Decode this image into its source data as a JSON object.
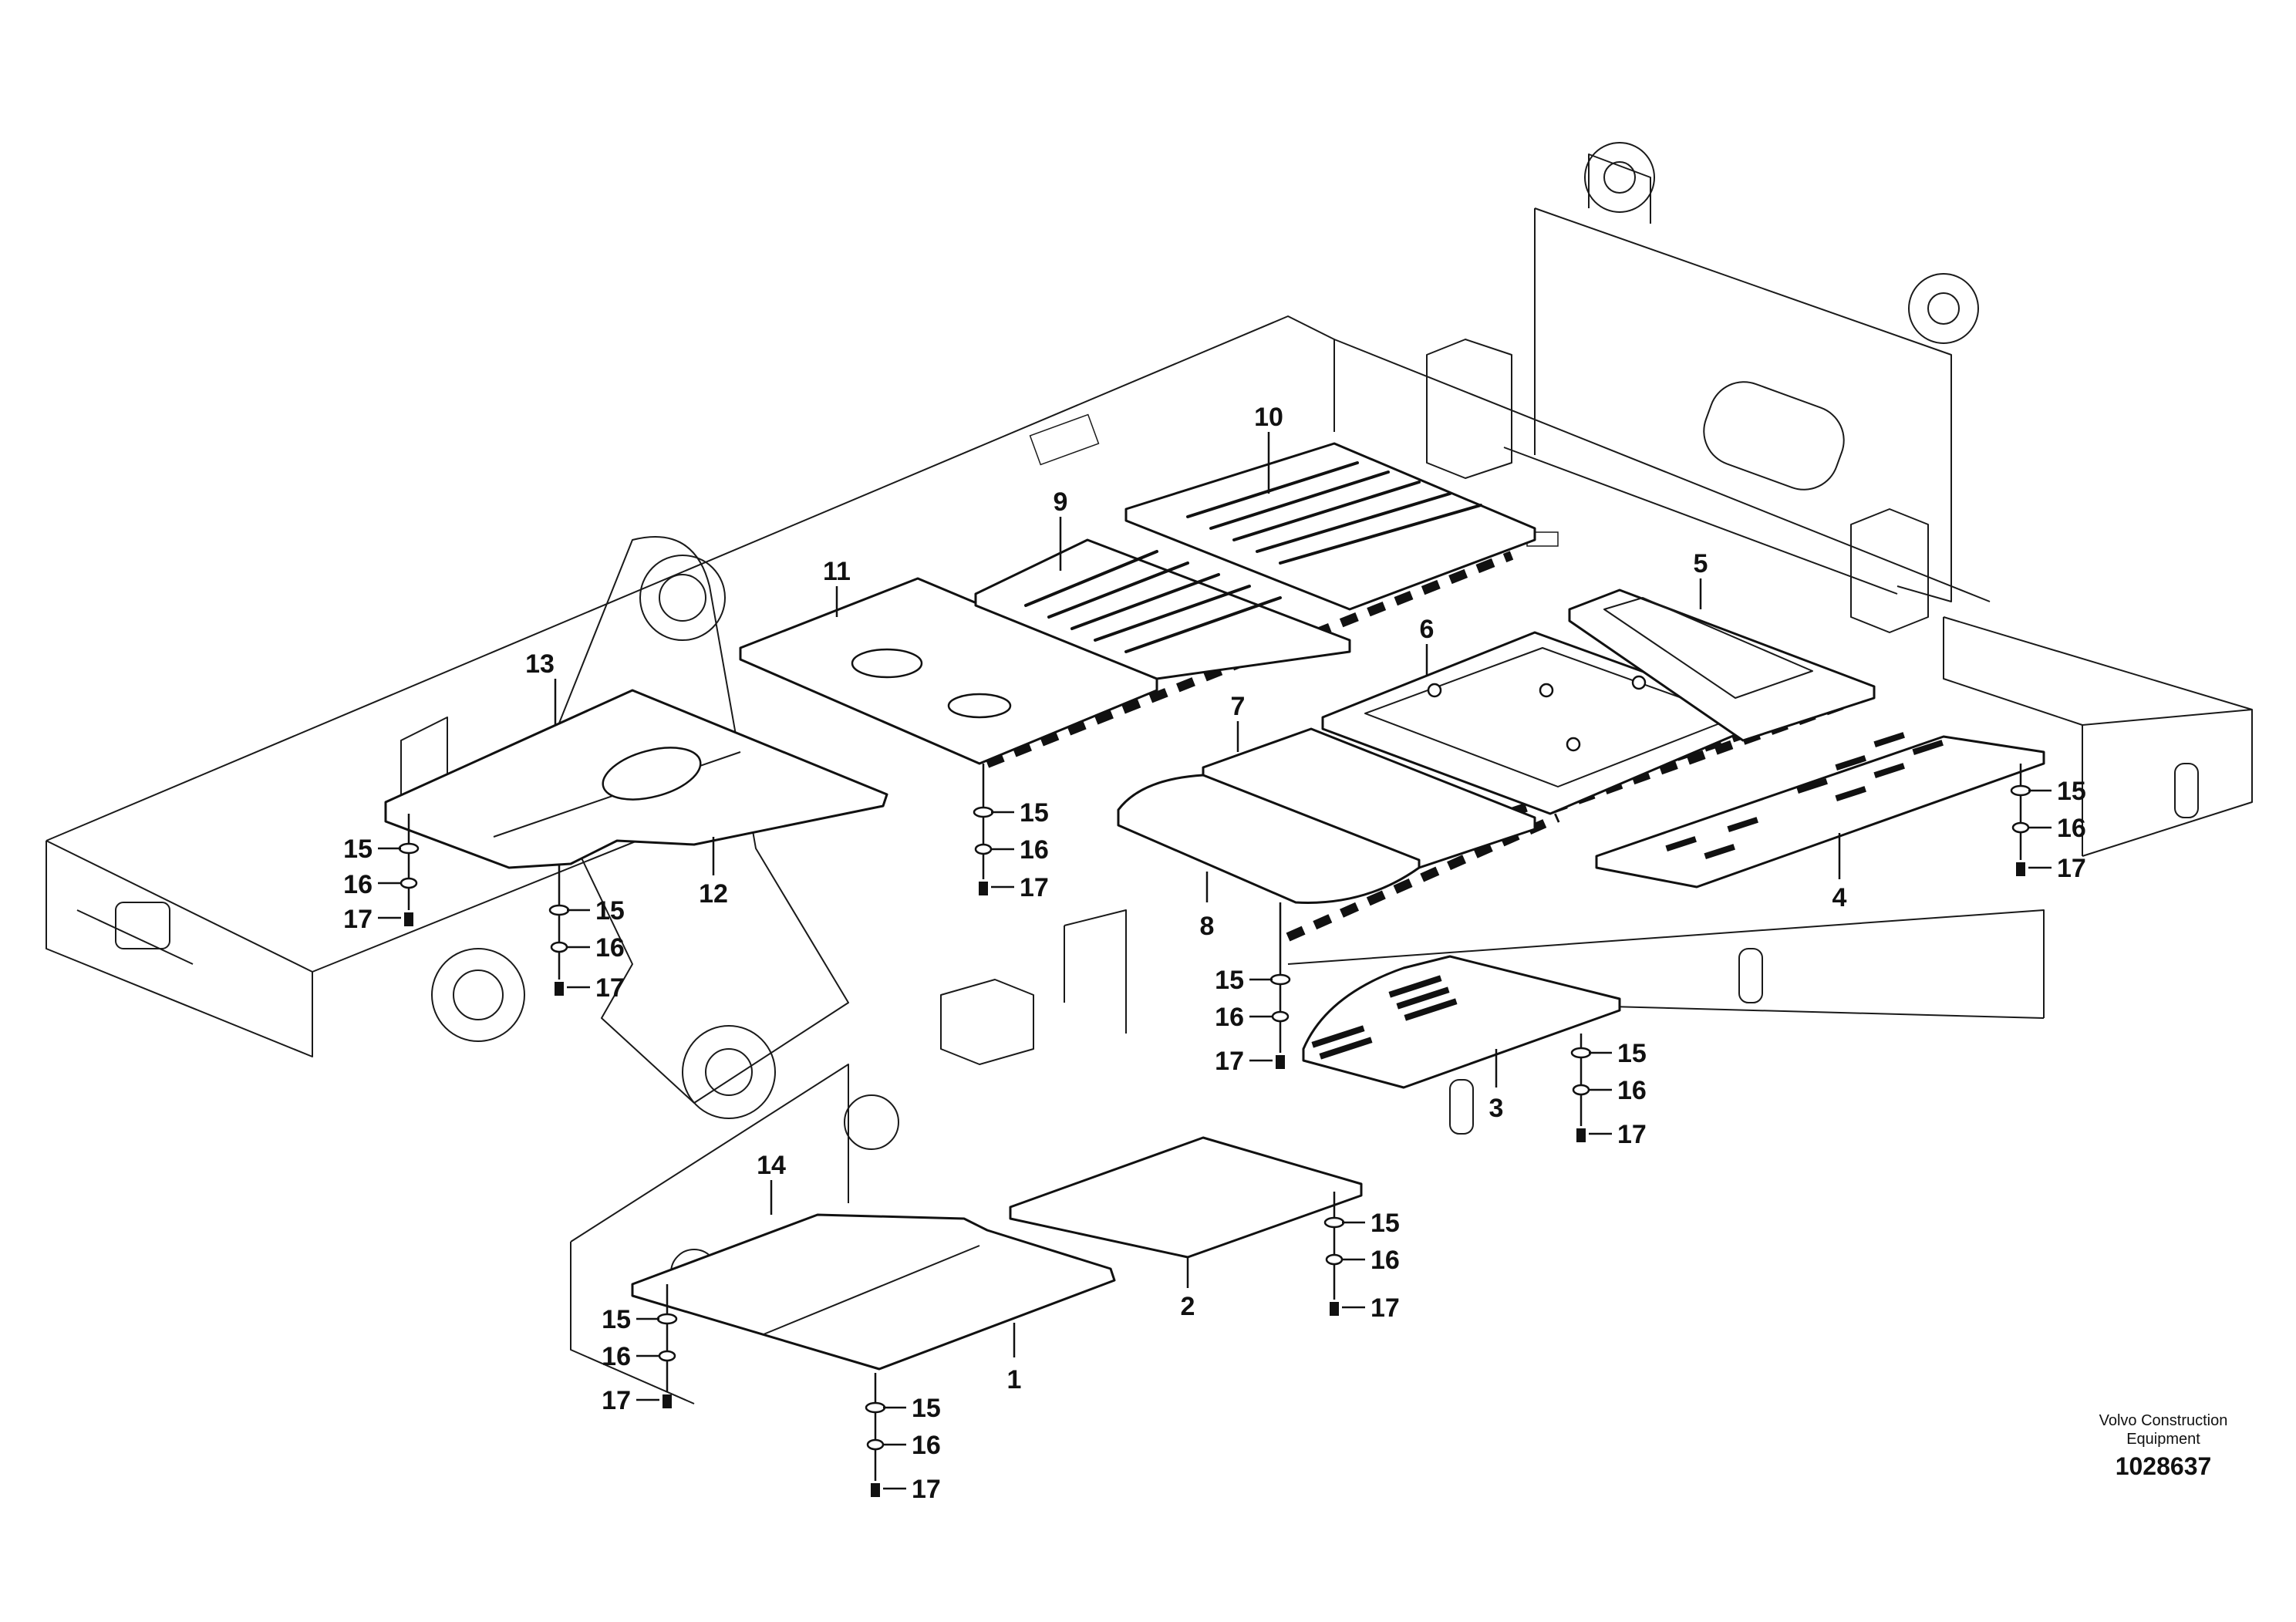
{
  "callouts": {
    "p1": "1",
    "p2": "2",
    "p3": "3",
    "p4": "4",
    "p5": "5",
    "p6": "6",
    "p7": "7",
    "p8": "8",
    "p9": "9",
    "p10": "10",
    "p11": "11",
    "p12": "12",
    "p13": "13",
    "p14": "14",
    "washer": "15",
    "spacer": "16",
    "bolt": "17"
  },
  "footer": {
    "brand_line1": "Volvo Construction",
    "brand_line2": "Equipment",
    "doc_number": "1028637"
  }
}
